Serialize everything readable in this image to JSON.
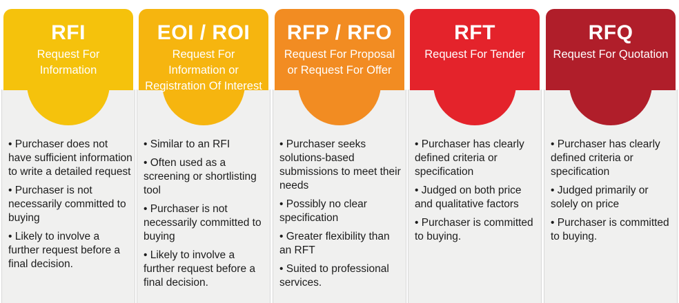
{
  "columns": [
    {
      "code": "RFI",
      "subtitle": "Request For Information",
      "color": "#f5c20c",
      "bullets": [
        "Purchaser does not have sufficient information to write a detailed request",
        "Purchaser is not necessarily committed to buying",
        "Likely to involve a further request before a final decision."
      ]
    },
    {
      "code": "EOI / ROI",
      "subtitle": "Request For Information or Registration Of Interest",
      "color": "#f6b50f",
      "bullets": [
        "Similar to an RFI",
        "Often used as a screening or shortlisting tool",
        "Purchaser is not necessarily committed to buying",
        "Likely to involve a further request before a final decision."
      ]
    },
    {
      "code": "RFP / RFO",
      "subtitle": "Request For Proposal or Request For Offer",
      "color": "#f28c22",
      "bullets": [
        "Purchaser seeks solutions-based submissions to meet their needs",
        "Possibly no clear specification",
        "Greater flexibility than an RFT",
        "Suited to professional services."
      ]
    },
    {
      "code": "RFT",
      "subtitle": "Request For Tender",
      "color": "#e4232b",
      "bullets": [
        "Purchaser has clearly defined criteria or specification",
        "Judged on both price and qualitative factors",
        "Purchaser is committed to buying."
      ]
    },
    {
      "code": "RFQ",
      "subtitle": "Request For Quotation",
      "color": "#b01e2a",
      "bullets": [
        "Purchaser has clearly defined criteria or specification",
        "Judged primarily or solely on price",
        "Purchaser is committed to buying."
      ]
    }
  ]
}
